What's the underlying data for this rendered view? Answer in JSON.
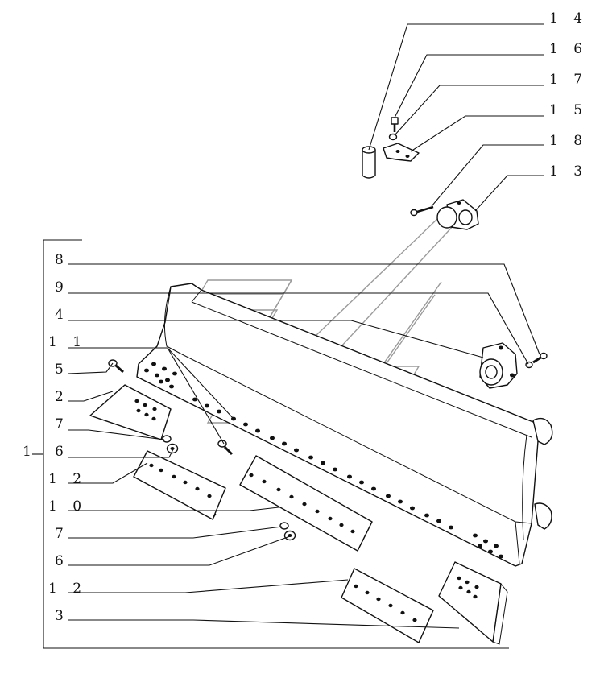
{
  "diagram": {
    "callouts": {
      "c14": "1 4",
      "c16": "1 6",
      "c17": "1 7",
      "c15": "1 5",
      "c18": "1 8",
      "c13": "1 3",
      "c8": "8",
      "c9": "9",
      "c4": "4",
      "c11": "1 1",
      "c5": "5",
      "c2": "2",
      "c7a": "7",
      "c1": "1",
      "c6a": "6",
      "c12a": "1 2",
      "c10": "1 0",
      "c7b": "7",
      "c6b": "6",
      "c12b": "1 2",
      "c3": "3"
    }
  }
}
